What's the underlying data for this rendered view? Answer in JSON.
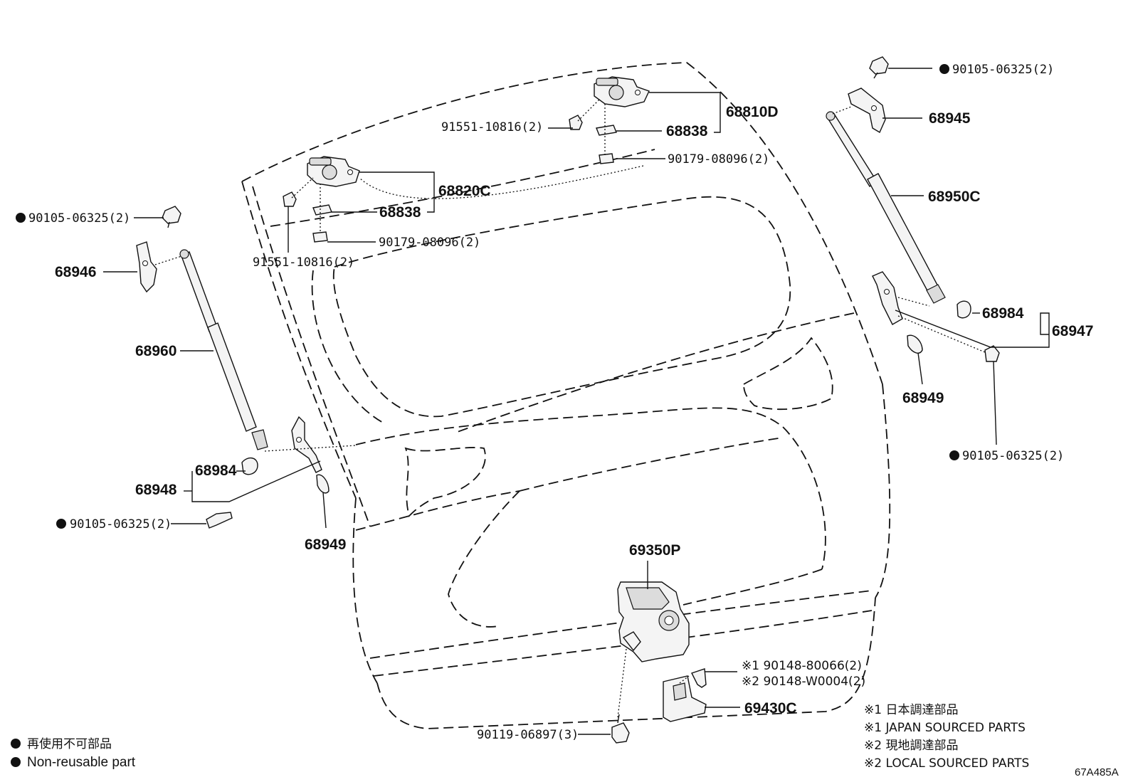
{
  "labels": {
    "p68810D": "68810D",
    "p68838_top": "68838",
    "p90179_top": "90179-08096(2)",
    "p91551_top": "91551-10816(2)",
    "p68820C": "68820C",
    "p68838_left": "68838",
    "p90179_left": "90179-08096(2)",
    "p91551_left": "91551-10816(2)",
    "p90105_tr": "90105-06325(2)",
    "p68945": "68945",
    "p68950C": "68950C",
    "p68984_r": "68984",
    "p68947": "68947",
    "p68949_r": "68949",
    "p90105_r": "90105-06325(2)",
    "p90105_tl": "90105-06325(2)",
    "p68946": "68946",
    "p68960": "68960",
    "p68984_l": "68984",
    "p68948": "68948",
    "p90105_bl": "90105-06325(2)",
    "p68949_l": "68949",
    "p69350P": "69350P",
    "p90148_1": "※1 90148-80066(2)",
    "p90148_2": "※2 90148-W0004(2)",
    "p69430C": "69430C",
    "p90119": "90119-06897(3)"
  },
  "notes": {
    "n1_jp": "※1 日本調達部品",
    "n1_en": "※1 JAPAN SOURCED PARTS",
    "n2_jp": "※2 現地調達部品",
    "n2_en": "※2 LOCAL SOURCED PARTS"
  },
  "legend": {
    "jp": "再使用不可部品",
    "en": "Non-reusable part"
  },
  "diagram_code": "67A485A"
}
